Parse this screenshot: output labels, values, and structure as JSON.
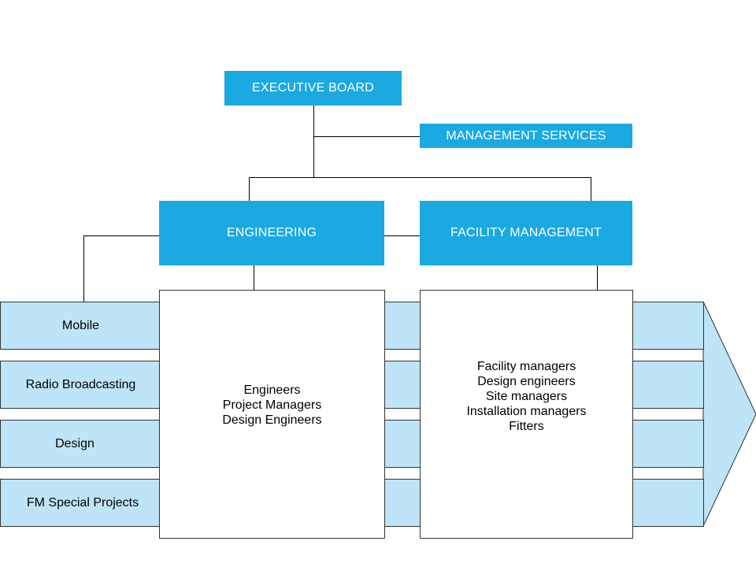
{
  "colors": {
    "box_fill": "#1ba9e1",
    "box_text": "#ffffff",
    "lane_fill": "#bde5f7",
    "line": "#000000"
  },
  "boxes": {
    "executive_board": "EXECUTIVE BOARD",
    "management_services": "MANAGEMENT SERVICES",
    "engineering": "ENGINEERING",
    "facility_management": "FACILITY MANAGEMENT"
  },
  "lanes": [
    {
      "label": "Mobile"
    },
    {
      "label": "Radio Broadcasting"
    },
    {
      "label": "Design"
    },
    {
      "label": "FM Special Projects"
    }
  ],
  "engineering_roles": [
    "Engineers",
    "Project Managers",
    "Design Engineers"
  ],
  "facility_roles": [
    "Facility managers",
    "Design engineers",
    "Site managers",
    "Installation managers",
    "Fitters"
  ]
}
